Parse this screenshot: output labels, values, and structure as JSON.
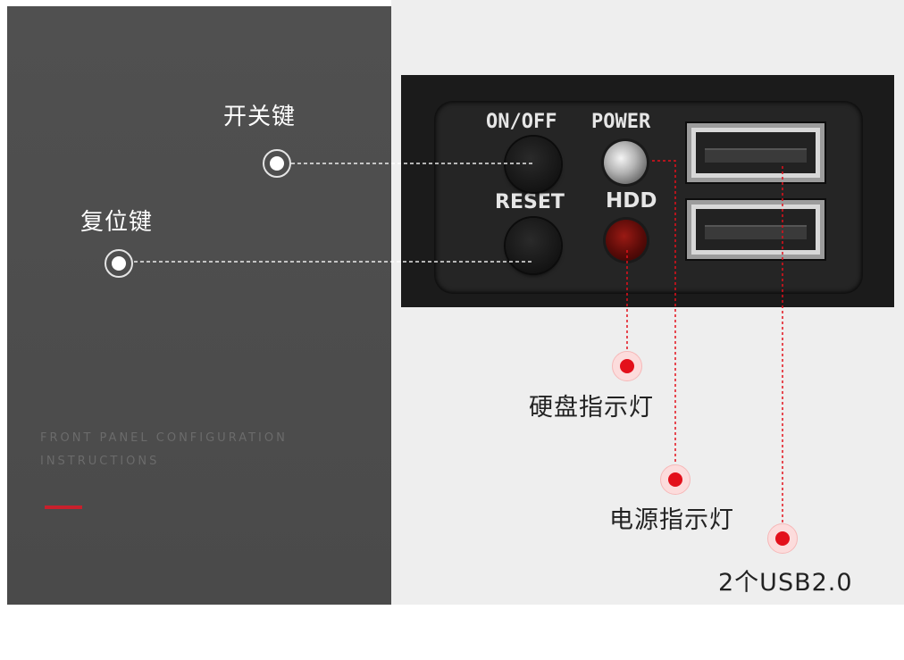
{
  "labels": {
    "switch_key": "开关键",
    "reset_key": "复位键",
    "hdd_indicator": "硬盘指示灯",
    "power_indicator": "电源指示灯",
    "usb": "2个USB2.0"
  },
  "caption": {
    "line1": "FRONT PANEL CONFIGURATION",
    "line2": "INSTRUCTIONS"
  },
  "device": {
    "on_off": "ON/OFF",
    "power": "POWER",
    "reset": "RESET",
    "hdd": "HDD"
  },
  "colors": {
    "accent_red": "#c8202c",
    "marker_red": "#e3101b",
    "panel_dark": "#4d4d4d",
    "panel_light": "#eeeeee"
  }
}
